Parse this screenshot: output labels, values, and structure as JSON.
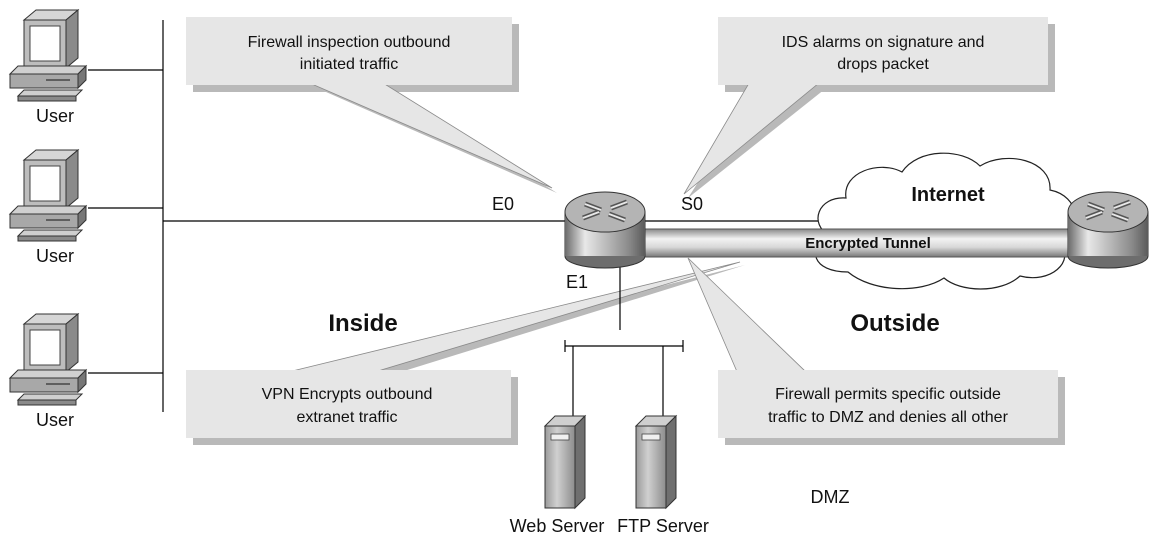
{
  "users": [
    {
      "label": "User"
    },
    {
      "label": "User"
    },
    {
      "label": "User"
    }
  ],
  "callouts": {
    "firewall_inspection": {
      "line1": "Firewall inspection outbound",
      "line2": "initiated traffic"
    },
    "ids": {
      "line1": "IDS alarms on signature and",
      "line2": "drops packet"
    },
    "vpn": {
      "line1": "VPN Encrypts outbound",
      "line2": "extranet traffic"
    },
    "firewall_permits": {
      "line1": "Firewall permits specific outside",
      "line2": "traffic to DMZ and denies all other"
    }
  },
  "interfaces": {
    "e0": "E0",
    "s0": "S0",
    "e1": "E1"
  },
  "zones": {
    "inside": "Inside",
    "outside": "Outside",
    "dmz": "DMZ"
  },
  "cloud_label": "Internet",
  "tunnel_label": "Encrypted Tunnel",
  "servers": {
    "web": "Web Server",
    "ftp": "FTP Server"
  },
  "colors": {
    "callout_fill": "#e6e6e6",
    "callout_shadow": "#b9b9b9",
    "router_gray": "#b4b4b4",
    "line": "#000000"
  }
}
